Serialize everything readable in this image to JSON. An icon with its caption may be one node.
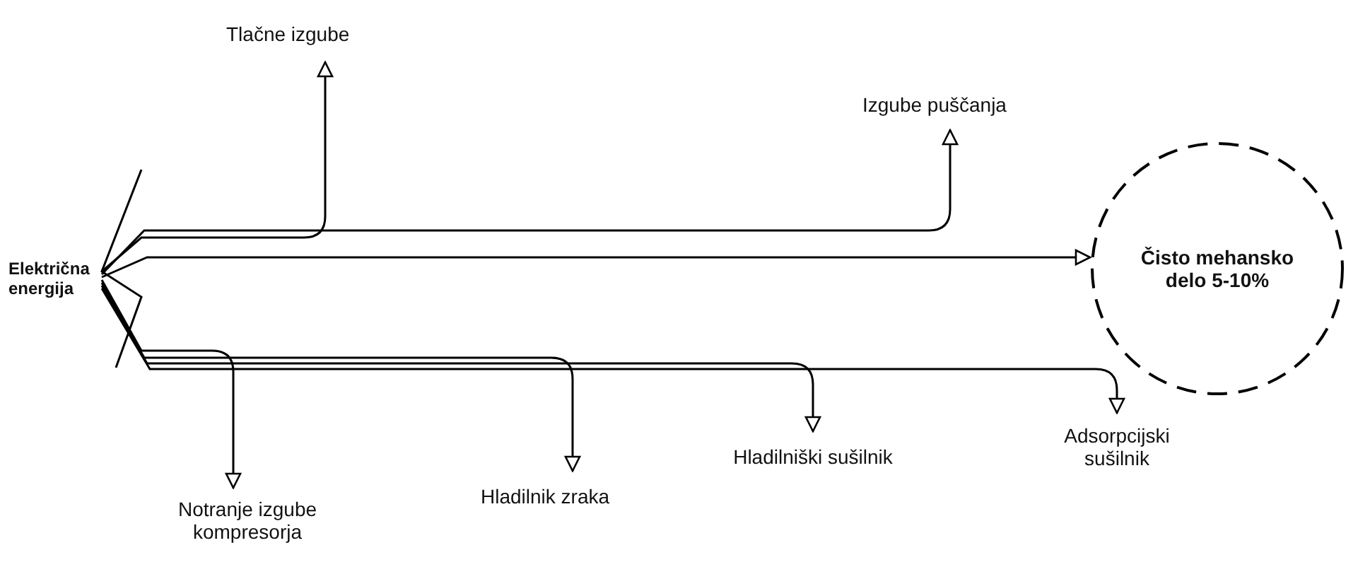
{
  "diagram": {
    "nodes": [
      {
        "text": [
          "Električna energija"
        ]
      },
      {
        "text": [
          "Tlačne izgube"
        ]
      },
      {
        "text": [
          "Izgube puščanja"
        ]
      },
      {
        "text": [
          "Čisto mehansko delo 5-10%"
        ]
      },
      {
        "text": [
          "Notranje izgube kompresorja"
        ]
      },
      {
        "text": [
          "Hladilnik zraka"
        ]
      },
      {
        "text": [
          "Hladilniški sušilnik"
        ]
      },
      {
        "text": [
          "Adsorpcijski sušilnik"
        ]
      }
    ],
    "edges": [
      {
        "from": 0,
        "to": 1,
        "arrow": "to"
      },
      {
        "from": 0,
        "to": 2,
        "arrow": "to"
      },
      {
        "from": 0,
        "to": 3,
        "arrow": "to"
      },
      {
        "from": 0,
        "to": 4,
        "arrow": "to"
      },
      {
        "from": 0,
        "to": 5,
        "arrow": "to"
      },
      {
        "from": 0,
        "to": 6,
        "arrow": "to"
      },
      {
        "from": 0,
        "to": 7,
        "arrow": "to"
      }
    ]
  }
}
